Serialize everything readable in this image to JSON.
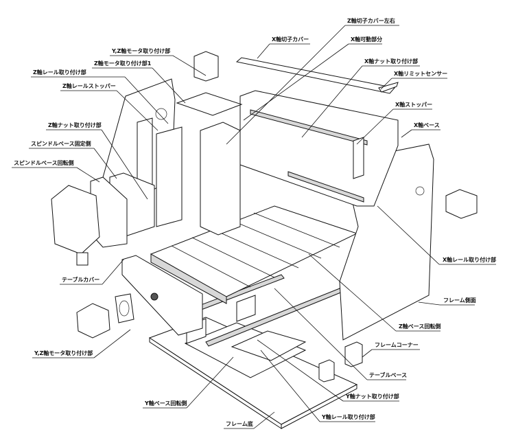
{
  "diagram": {
    "labels": [
      "Z軸切子カバー左右",
      "X軸切子カバー",
      "X軸可動部分",
      "Y,Z軸モータ取り付け部",
      "Z軸モータ取り付け部1",
      "X軸ナット取り付け部",
      "Z軸レール取り付け部",
      "X軸リミットセンサー",
      "Z軸レールストッパー",
      "X軸ストッパー",
      "Z軸ナット取り付け部",
      "X軸ベース",
      "スピンドルベース固定側",
      "スピンドルベース回転側",
      "X軸レール取り付け部",
      "テーブルカバー",
      "フレーム側面",
      "Z軸ベース回転側",
      "フレームコーナー",
      "Y,Z軸モータ取り付け部",
      "テーブルベース",
      "Y軸ナット取り付け部",
      "Y軸ベース回転側",
      "Y軸レール取り付け部",
      "フレーム底"
    ]
  }
}
